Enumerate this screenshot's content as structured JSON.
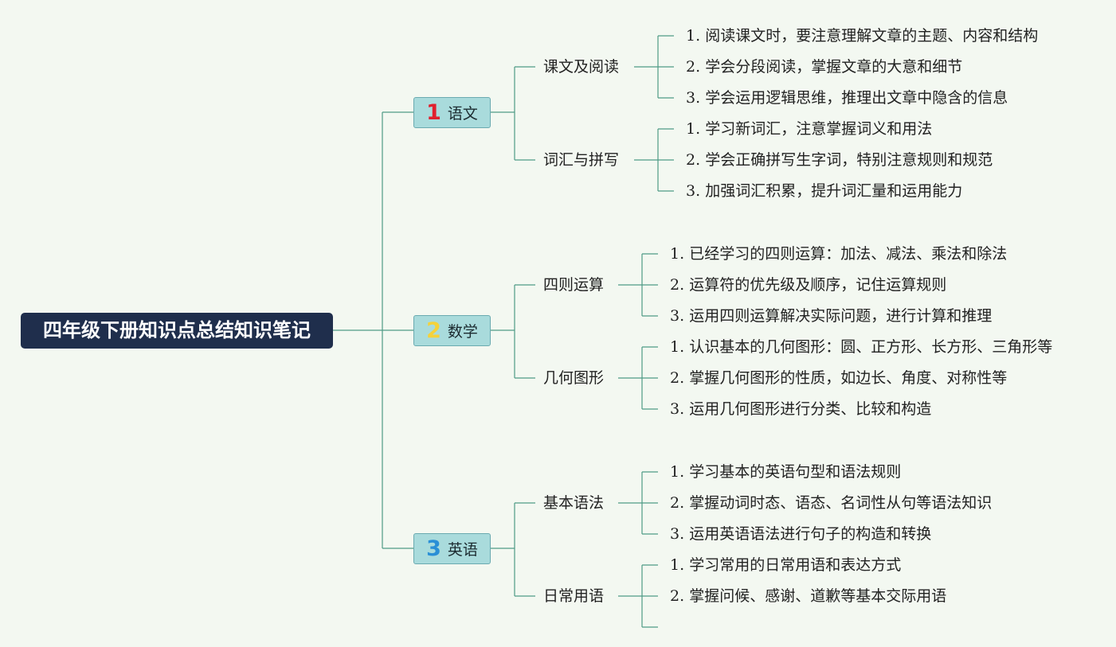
{
  "root": {
    "title": "四年级下册知识点总结知识笔记"
  },
  "colors": {
    "background": "#f3f8f1",
    "root_fill": "#1f2e4c",
    "subject_fill": "#a9dbdc",
    "connector": "#4f9a86",
    "num1": "#e0202e",
    "num2": "#f5d23a",
    "num3": "#2a8fd6"
  },
  "subjects": [
    {
      "number": "1",
      "label": "语文",
      "topics": [
        {
          "label": "课文及阅读",
          "items": [
            {
              "num": "1.",
              "text": "阅读课文时，要注意理解文章的主题、内容和结构"
            },
            {
              "num": "2.",
              "text": "学会分段阅读，掌握文章的大意和细节"
            },
            {
              "num": "3.",
              "text": "学会运用逻辑思维，推理出文章中隐含的信息"
            }
          ]
        },
        {
          "label": "词汇与拼写",
          "items": [
            {
              "num": "1.",
              "text": "学习新词汇，注意掌握词义和用法"
            },
            {
              "num": "2.",
              "text": "学会正确拼写生字词，特别注意规则和规范"
            },
            {
              "num": "3.",
              "text": "加强词汇积累，提升词汇量和运用能力"
            }
          ]
        }
      ]
    },
    {
      "number": "2",
      "label": "数学",
      "topics": [
        {
          "label": "四则运算",
          "items": [
            {
              "num": "1.",
              "text": "已经学习的四则运算：加法、减法、乘法和除法"
            },
            {
              "num": "2.",
              "text": "运算符的优先级及顺序，记住运算规则"
            },
            {
              "num": "3.",
              "text": "运用四则运算解决实际问题，进行计算和推理"
            }
          ]
        },
        {
          "label": "几何图形",
          "items": [
            {
              "num": "1.",
              "text": "认识基本的几何图形：圆、正方形、长方形、三角形等"
            },
            {
              "num": "2.",
              "text": "掌握几何图形的性质，如边长、角度、对称性等"
            },
            {
              "num": "3.",
              "text": "运用几何图形进行分类、比较和构造"
            }
          ]
        }
      ]
    },
    {
      "number": "3",
      "label": "英语",
      "topics": [
        {
          "label": "基本语法",
          "items": [
            {
              "num": "1.",
              "text": "学习基本的英语句型和语法规则"
            },
            {
              "num": "2.",
              "text": "掌握动词时态、语态、名词性从句等语法知识"
            },
            {
              "num": "3.",
              "text": "运用英语语法进行句子的构造和转换"
            }
          ]
        },
        {
          "label": "日常用语",
          "items": [
            {
              "num": "1.",
              "text": "学习常用的日常用语和表达方式"
            },
            {
              "num": "2.",
              "text": "掌握问候、感谢、道歉等基本交际用语"
            },
            {
              "num": "",
              "text": ""
            }
          ]
        }
      ]
    }
  ]
}
